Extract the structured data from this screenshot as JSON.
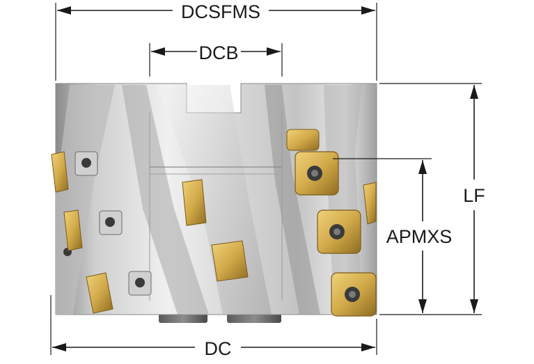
{
  "labels": {
    "dcsfms": "DCSFMS",
    "dcb": "DCB",
    "lf": "LF",
    "apmxs": "APMXS",
    "dc": "DC"
  },
  "colors": {
    "body_light": "#e6e6e6",
    "body_mid": "#bdbdbd",
    "body_dark": "#7d7d7d",
    "insert_gold": "#d2aa4a",
    "insert_gold_dark": "#9a7a2a",
    "line": "#1a1a1a"
  }
}
